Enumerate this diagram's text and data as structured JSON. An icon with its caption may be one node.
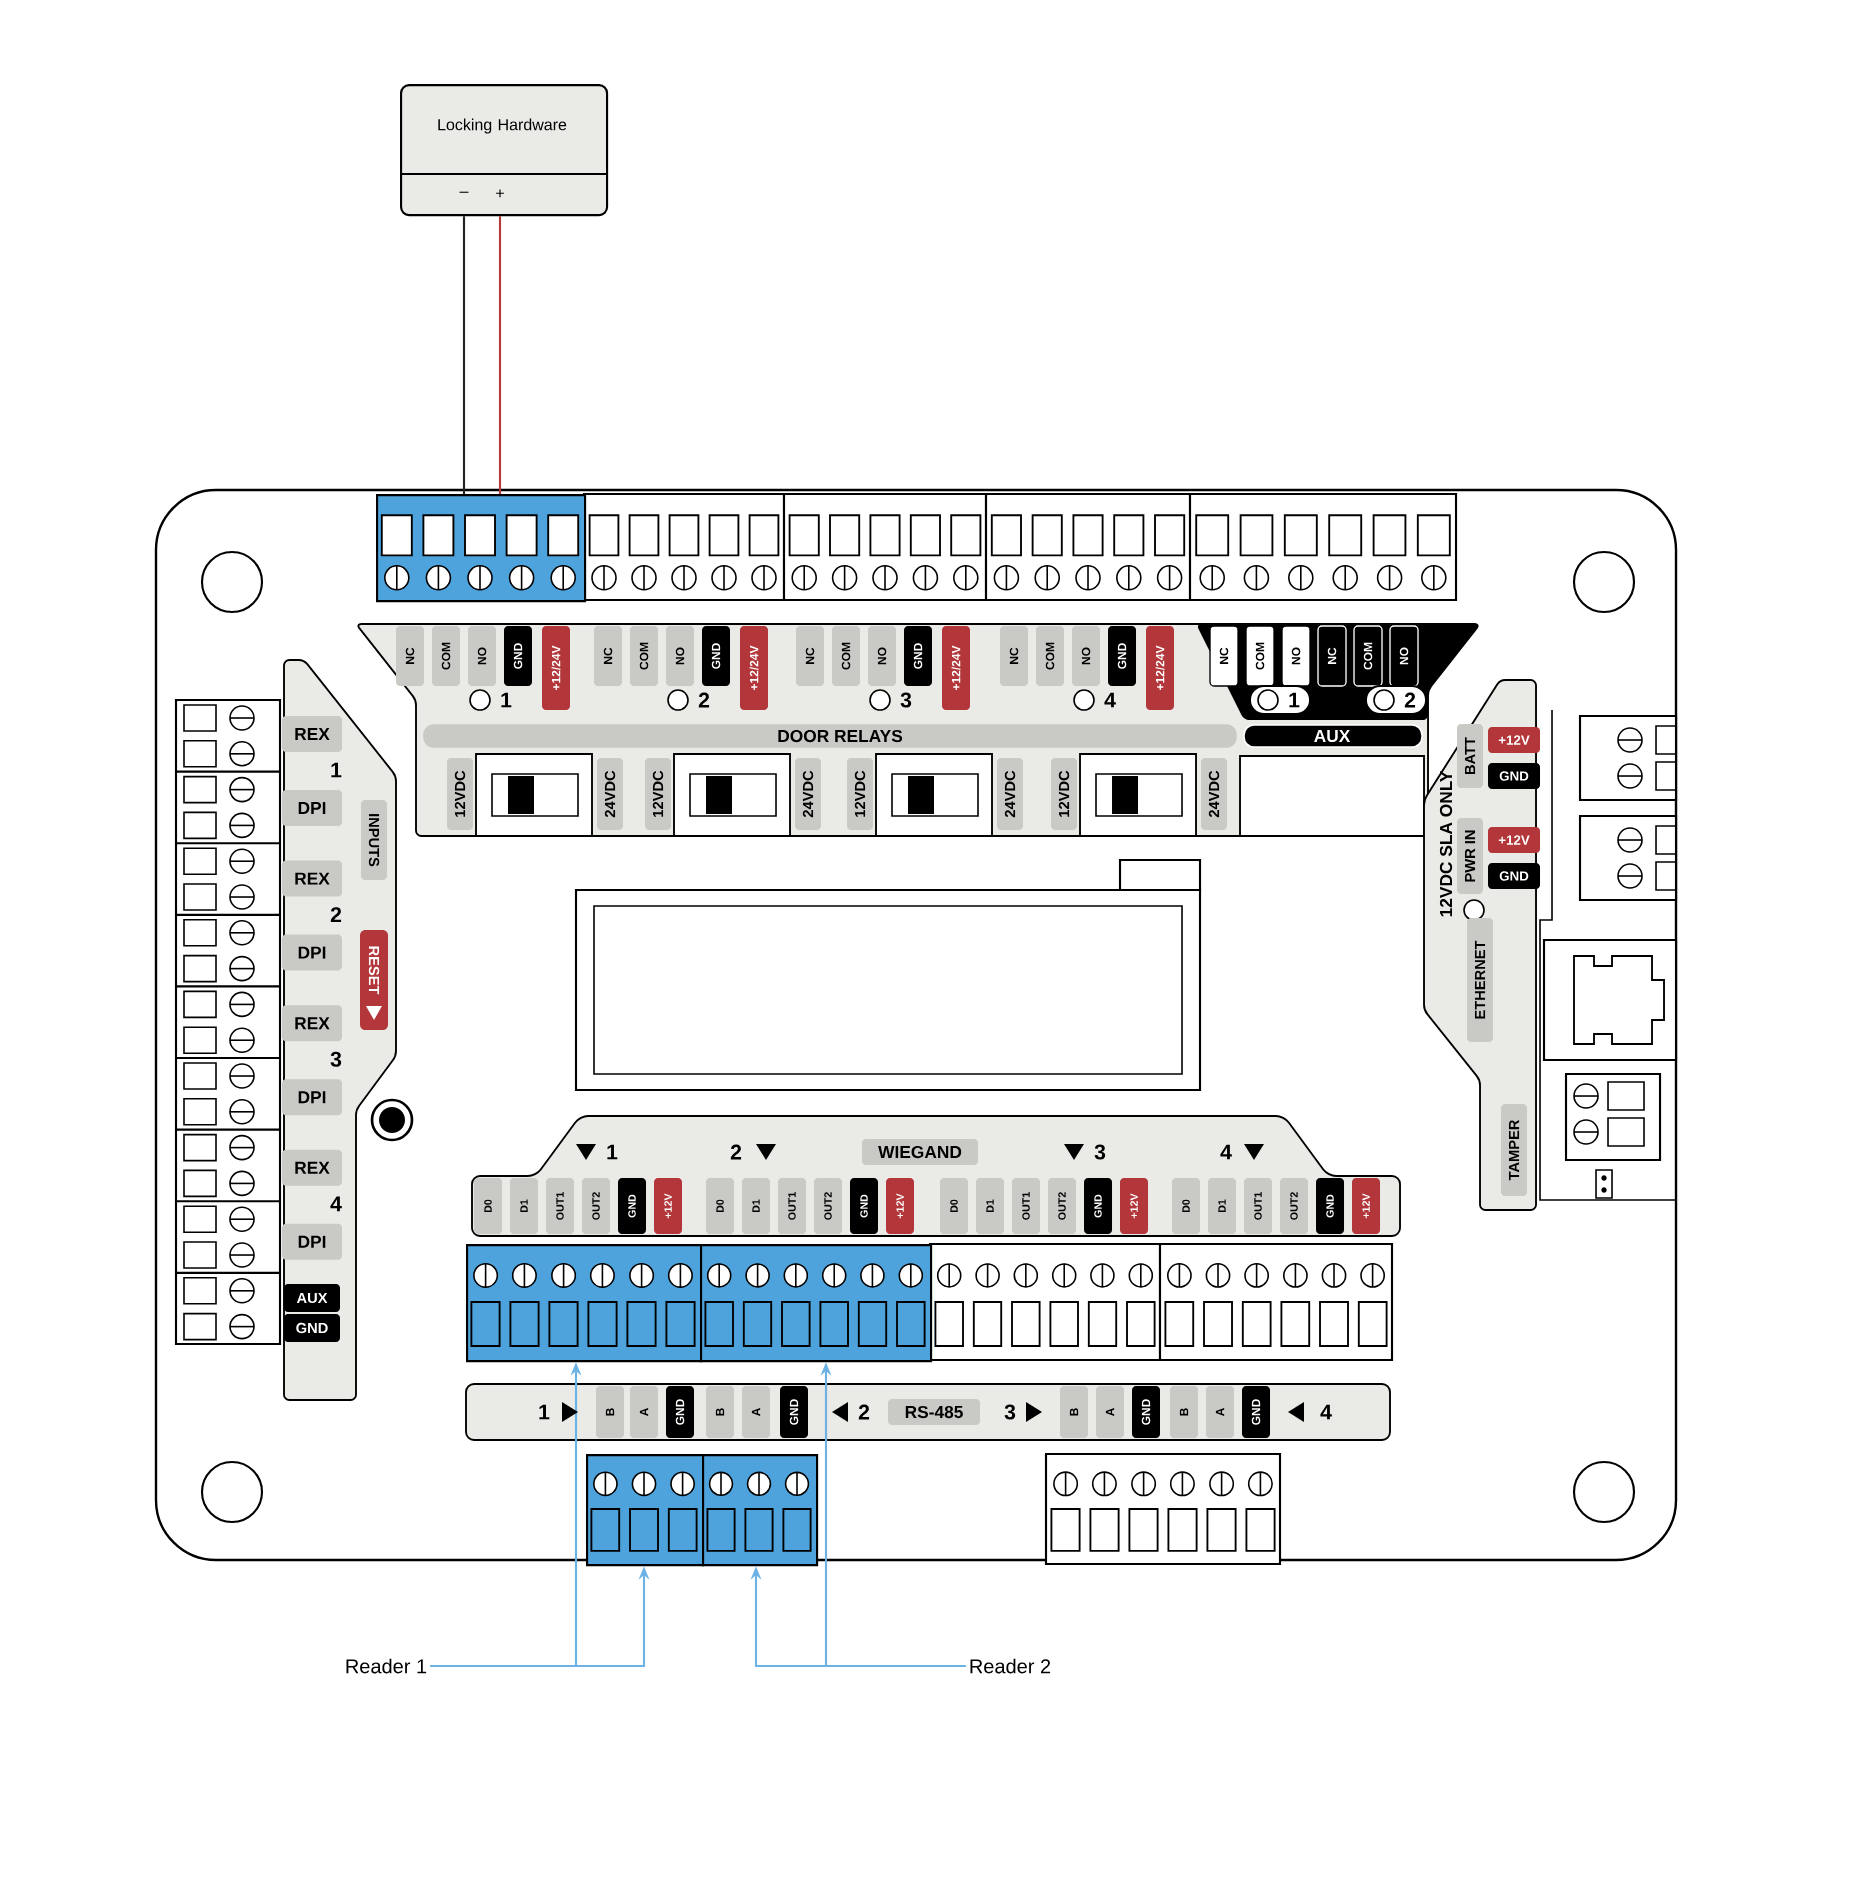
{
  "diagram": {
    "nodes": [
      {
        "text": [
          "Locking Hardware",
          "–",
          "+"
        ]
      },
      {
        "text": [],
        "shape": "box"
      },
      {
        "text": [],
        "shape": "box"
      },
      {
        "text": [],
        "shape": "box"
      },
      {
        "text": [],
        "shape": "box"
      },
      {
        "text": [],
        "shape": "box"
      },
      {
        "text": [
          "Reader 1"
        ]
      },
      {
        "text": [
          "Reader 2"
        ]
      }
    ],
    "edges": [
      {
        "from": 0,
        "to": 1,
        "arrow": "none",
        "color": "#222222"
      },
      {
        "from": 0,
        "to": 1,
        "arrow": "none",
        "color": "#b23a3a"
      },
      {
        "from": 6,
        "to": 2,
        "arrow": "to"
      },
      {
        "from": 6,
        "to": 4,
        "arrow": "to"
      },
      {
        "from": 7,
        "to": 3,
        "arrow": "to"
      },
      {
        "from": 7,
        "to": 5,
        "arrow": "to"
      }
    ],
    "labels": [
      "NC",
      "COM",
      "NO",
      "GND",
      "+12/24V",
      "1",
      "NC",
      "COM",
      "NO",
      "GND",
      "+12/24V",
      "2",
      "NC",
      "COM",
      "NO",
      "GND",
      "+12/24V",
      "3",
      "NC",
      "COM",
      "NO",
      "GND",
      "+12/24V",
      "4",
      "NC",
      "COM",
      "NO",
      "NC",
      "COM",
      "NO",
      "1",
      "2",
      "DOOR RELAYS",
      "AUX",
      "12VDC",
      "24VDC",
      "12VDC",
      "24VDC",
      "12VDC",
      "24VDC",
      "12VDC",
      "24VDC",
      "REX",
      "1",
      "DPI",
      "REX",
      "2",
      "DPI",
      "REX",
      "3",
      "DPI",
      "REX",
      "4",
      "DPI",
      "AUX",
      "GND",
      "INPUTS",
      "RESET",
      "12VDC SLA ONLY",
      "BATT",
      "+12V",
      "GND",
      "PWR IN",
      "+12V",
      "GND",
      "ETHERNET",
      "TAMPER",
      "1",
      "2",
      "WIEGAND",
      "3",
      "4",
      "D0",
      "D1",
      "OUT1",
      "OUT2",
      "GND",
      "+12V",
      "D0",
      "D1",
      "OUT1",
      "OUT2",
      "GND",
      "+12V",
      "D0",
      "D1",
      "OUT1",
      "OUT2",
      "GND",
      "+12V",
      "D0",
      "D1",
      "OUT1",
      "OUT2",
      "GND",
      "+12V",
      "1",
      "B",
      "A",
      "GND",
      "B",
      "A",
      "GND",
      "2",
      "RS-485",
      "3",
      "B",
      "A",
      "GND",
      "B",
      "A",
      "GND",
      "4"
    ]
  }
}
